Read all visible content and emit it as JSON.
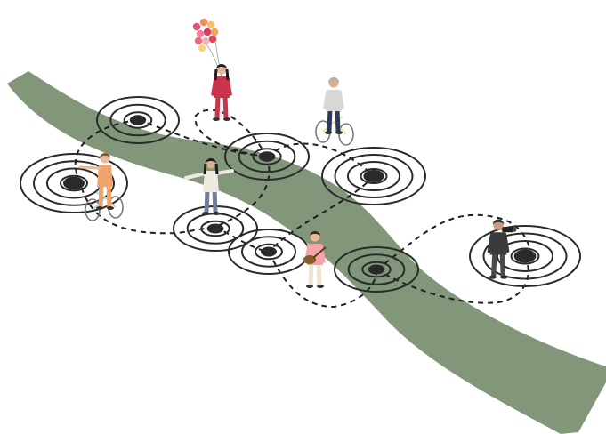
{
  "colors": {
    "background": "#ffffff",
    "river": "#82977a",
    "ring": "#2a2a2a",
    "path": "#1f1f1f"
  },
  "figures": [
    {
      "name": "balloon-girl",
      "shirt": "#c8344a",
      "pants": "#c8344a",
      "hair": "#1e1e1e",
      "skin": "#e2b79b",
      "extra": "balloons"
    },
    {
      "name": "bicycle-man",
      "shirt": "#d8d8d8",
      "pants": "#2c3a5a",
      "hair": "#b0b0b0",
      "skin": "#d9b08f",
      "extra": "bike"
    },
    {
      "name": "bicycle-girl",
      "shirt": "#f2a36a",
      "pants": "#f2a36a",
      "hair": "#8a5a3a",
      "skin": "#e7bc9a",
      "extra": "bike"
    },
    {
      "name": "dancing-woman",
      "shirt": "#efeadf",
      "pants": "#6f7f9a",
      "hair": "#1e1e1e",
      "skin": "#d9b08f",
      "extra": "none"
    },
    {
      "name": "guitar-woman",
      "shirt": "#f3a4ad",
      "pants": "#ece4d2",
      "hair": "#3a2a20",
      "skin": "#e7bc9a",
      "extra": "guitar"
    },
    {
      "name": "photographer",
      "shirt": "#3b3b3b",
      "pants": "#4a4a4a",
      "hair": "#2a2a2a",
      "skin": "#c99a7a",
      "extra": "camera"
    }
  ],
  "balloon_colors": [
    "#e6506e",
    "#f08a5d",
    "#f5c26b",
    "#f27a9a",
    "#d94060",
    "#f6a35c",
    "#ec6c88",
    "#f3b2c0",
    "#e0475a",
    "#f9d27a"
  ]
}
